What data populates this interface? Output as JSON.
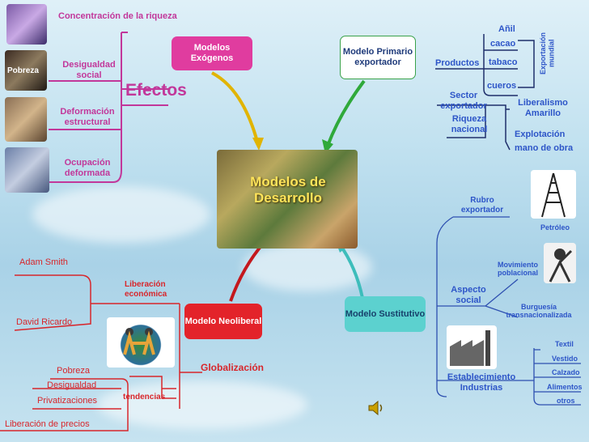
{
  "center": {
    "title": "Modelos de Desarrollo"
  },
  "effects": {
    "title": "Efectos",
    "items": [
      "Concentración de la riqueza",
      "Desigualdad social",
      "Deformación estructural",
      "Ocupación deformada"
    ]
  },
  "nodes": {
    "exogenos": "Modelos Exógenos",
    "primario": "Modelo Primario exportador",
    "neoliberal": "Modelo Neoliberal",
    "sustitutivo": "Modelo Sustitutivo"
  },
  "primario": {
    "productos_label": "Productos",
    "productos": [
      "Añil",
      "cacao",
      "tabaco",
      "cueros"
    ],
    "exportacion": "Exportación mundial",
    "sector": "Sector exportador",
    "riqueza": "Riqueza nacional",
    "liberalismo": "Liberalismo Amarillo",
    "explotacion": "Explotación mano de obra"
  },
  "sustitutivo": {
    "rubro": "Rubro exportador",
    "petroleo": "Petróleo",
    "aspecto": "Aspecto social",
    "movimiento": "Movimiento poblacional",
    "burguesia": "Burguesía transnacionalizada",
    "establecimiento": "Establecimiento Industrias",
    "industrias": [
      "Textil",
      "Vestido",
      "Calzado",
      "Alimentos",
      "otros"
    ]
  },
  "neoliberal": {
    "adam": "Adam Smith",
    "ricardo": "David Ricardo",
    "liberacion": "Liberación económica",
    "globalizacion": "Globalización",
    "tendencias_label": "tendencias",
    "tendencias": [
      "Pobreza",
      "Desigualdad",
      "Privatizaciones",
      "Liberación de precios"
    ]
  },
  "colors": {
    "magenta": "#c2379a",
    "blue": "#2d55c8",
    "red": "#d8262b",
    "teal": "#5cd1cf"
  }
}
